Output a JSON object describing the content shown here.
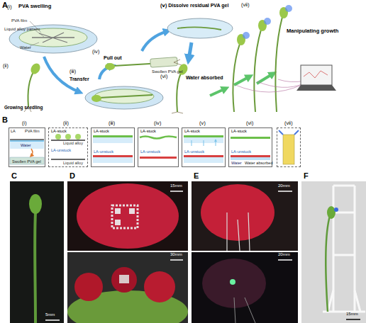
{
  "diagram": {
    "nodes": [
      {
        "text": [
          "(ⅰ)",
          "LA",
          "PVA film",
          "Water",
          "Swollen PVA gel"
        ]
      },
      {
        "text": [
          "(ⅱ)",
          "LA-stuck",
          "Liquid alloy",
          "LA-unstuck",
          "Liquid alloy"
        ]
      },
      {
        "text": [
          "(ⅲ)",
          "LA-stuck",
          "LA-unstuck"
        ]
      },
      {
        "text": [
          "(ⅳ)",
          "LA-stuck",
          "LA-unstuck"
        ]
      },
      {
        "text": [
          "(ⅴ)",
          "LA-stuck",
          "LA-unstuck"
        ]
      },
      {
        "text": [
          "(ⅵ)",
          "LA-stuck",
          "LA-unstuck",
          "Water",
          "Water absorbed"
        ]
      },
      {
        "text": [
          "(ⅶ)"
        ]
      }
    ],
    "labels": [
      "A",
      "(ⅰ)",
      "PVA swelling",
      "PVA film",
      "Liquid alloy pattern",
      "Water",
      "(ⅴ) Dissolve residual PVA gel",
      "(ⅶ)",
      "Manipulating growth",
      "(ⅳ)",
      "Pull out",
      "Swollen PVA gel",
      "(ⅱ)",
      "Growing seedling",
      "(ⅲ)",
      "Transfer",
      "(ⅵ)",
      "Water absorbed",
      "B",
      "C",
      "D",
      "15mm",
      "30mm",
      "E",
      "20mm",
      "20mm",
      "F",
      "5mm",
      "15mm"
    ]
  }
}
